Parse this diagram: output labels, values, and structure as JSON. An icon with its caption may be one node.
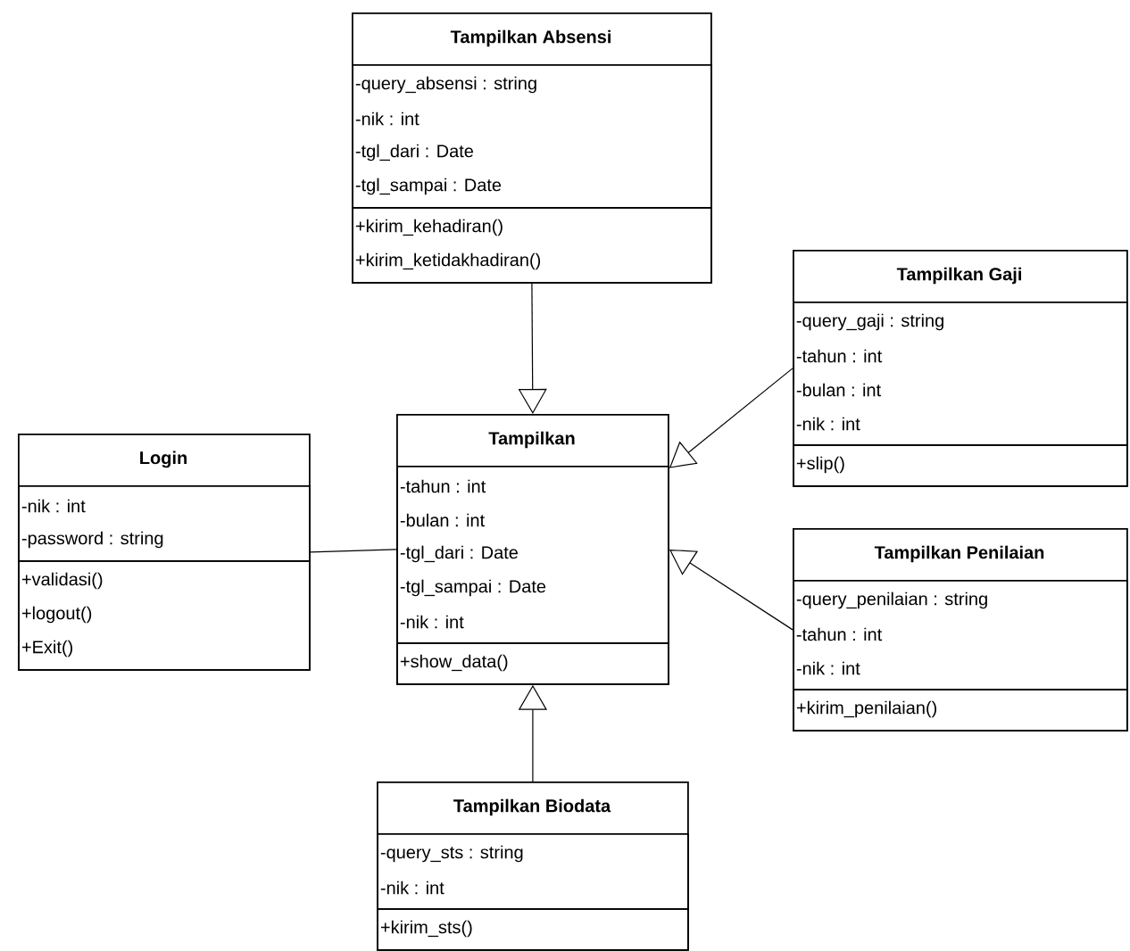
{
  "diagram": {
    "nodes": [
      {
        "text": [
          "Tampilkan Absensi"
        ]
      },
      {
        "text": [
          "-query_absensi : string",
          "-nik : int",
          "-tgl_dari : Date",
          "-tgl_sampai : Date"
        ],
        "in": 0
      },
      {
        "text": [
          "+kirim_kehadiran()",
          "+kirim_ketidakhadiran()"
        ],
        "in": 0
      },
      {
        "text": [
          "Tampilkan Gaji"
        ]
      },
      {
        "text": [
          "-query_gaji : string",
          "-tahun : int",
          "-bulan : int",
          "-nik : int"
        ],
        "in": 3
      },
      {
        "text": [
          "+slip()"
        ],
        "in": 3
      },
      {
        "text": [
          "Login"
        ]
      },
      {
        "text": [
          "-nik : int",
          "-password : string"
        ],
        "in": 6
      },
      {
        "text": [
          "+validasi()",
          "+logout()",
          "+Exit()"
        ],
        "in": 6
      },
      {
        "text": [
          "Tampilkan"
        ]
      },
      {
        "text": [
          "-tahun : int",
          "-bulan : int",
          "-tgl_dari : Date",
          "-tgl_sampai : Date",
          "-nik : int"
        ],
        "in": 9
      },
      {
        "text": [
          "+show_data()"
        ],
        "in": 9
      },
      {
        "text": [
          "Tampilkan Penilaian"
        ]
      },
      {
        "text": [
          "-query_penilaian : string",
          "-tahun : int",
          "-nik : int"
        ],
        "in": 12
      },
      {
        "text": [
          "+kirim_penilaian()"
        ],
        "in": 12
      },
      {
        "text": [
          "Tampilkan Biodata"
        ]
      },
      {
        "text": [
          "-query_sts : string",
          "-nik : int"
        ],
        "in": 15
      },
      {
        "text": [
          "+kirim_sts()"
        ],
        "in": 15
      }
    ],
    "edges": [
      {
        "from": 0,
        "to": 9,
        "arrow": "to"
      },
      {
        "from": 3,
        "to": 9,
        "arrow": "to"
      },
      {
        "from": 6,
        "to": 9,
        "arrow": "none"
      },
      {
        "from": 12,
        "to": 9,
        "arrow": "to"
      },
      {
        "from": 15,
        "to": 9,
        "arrow": "to"
      }
    ]
  }
}
